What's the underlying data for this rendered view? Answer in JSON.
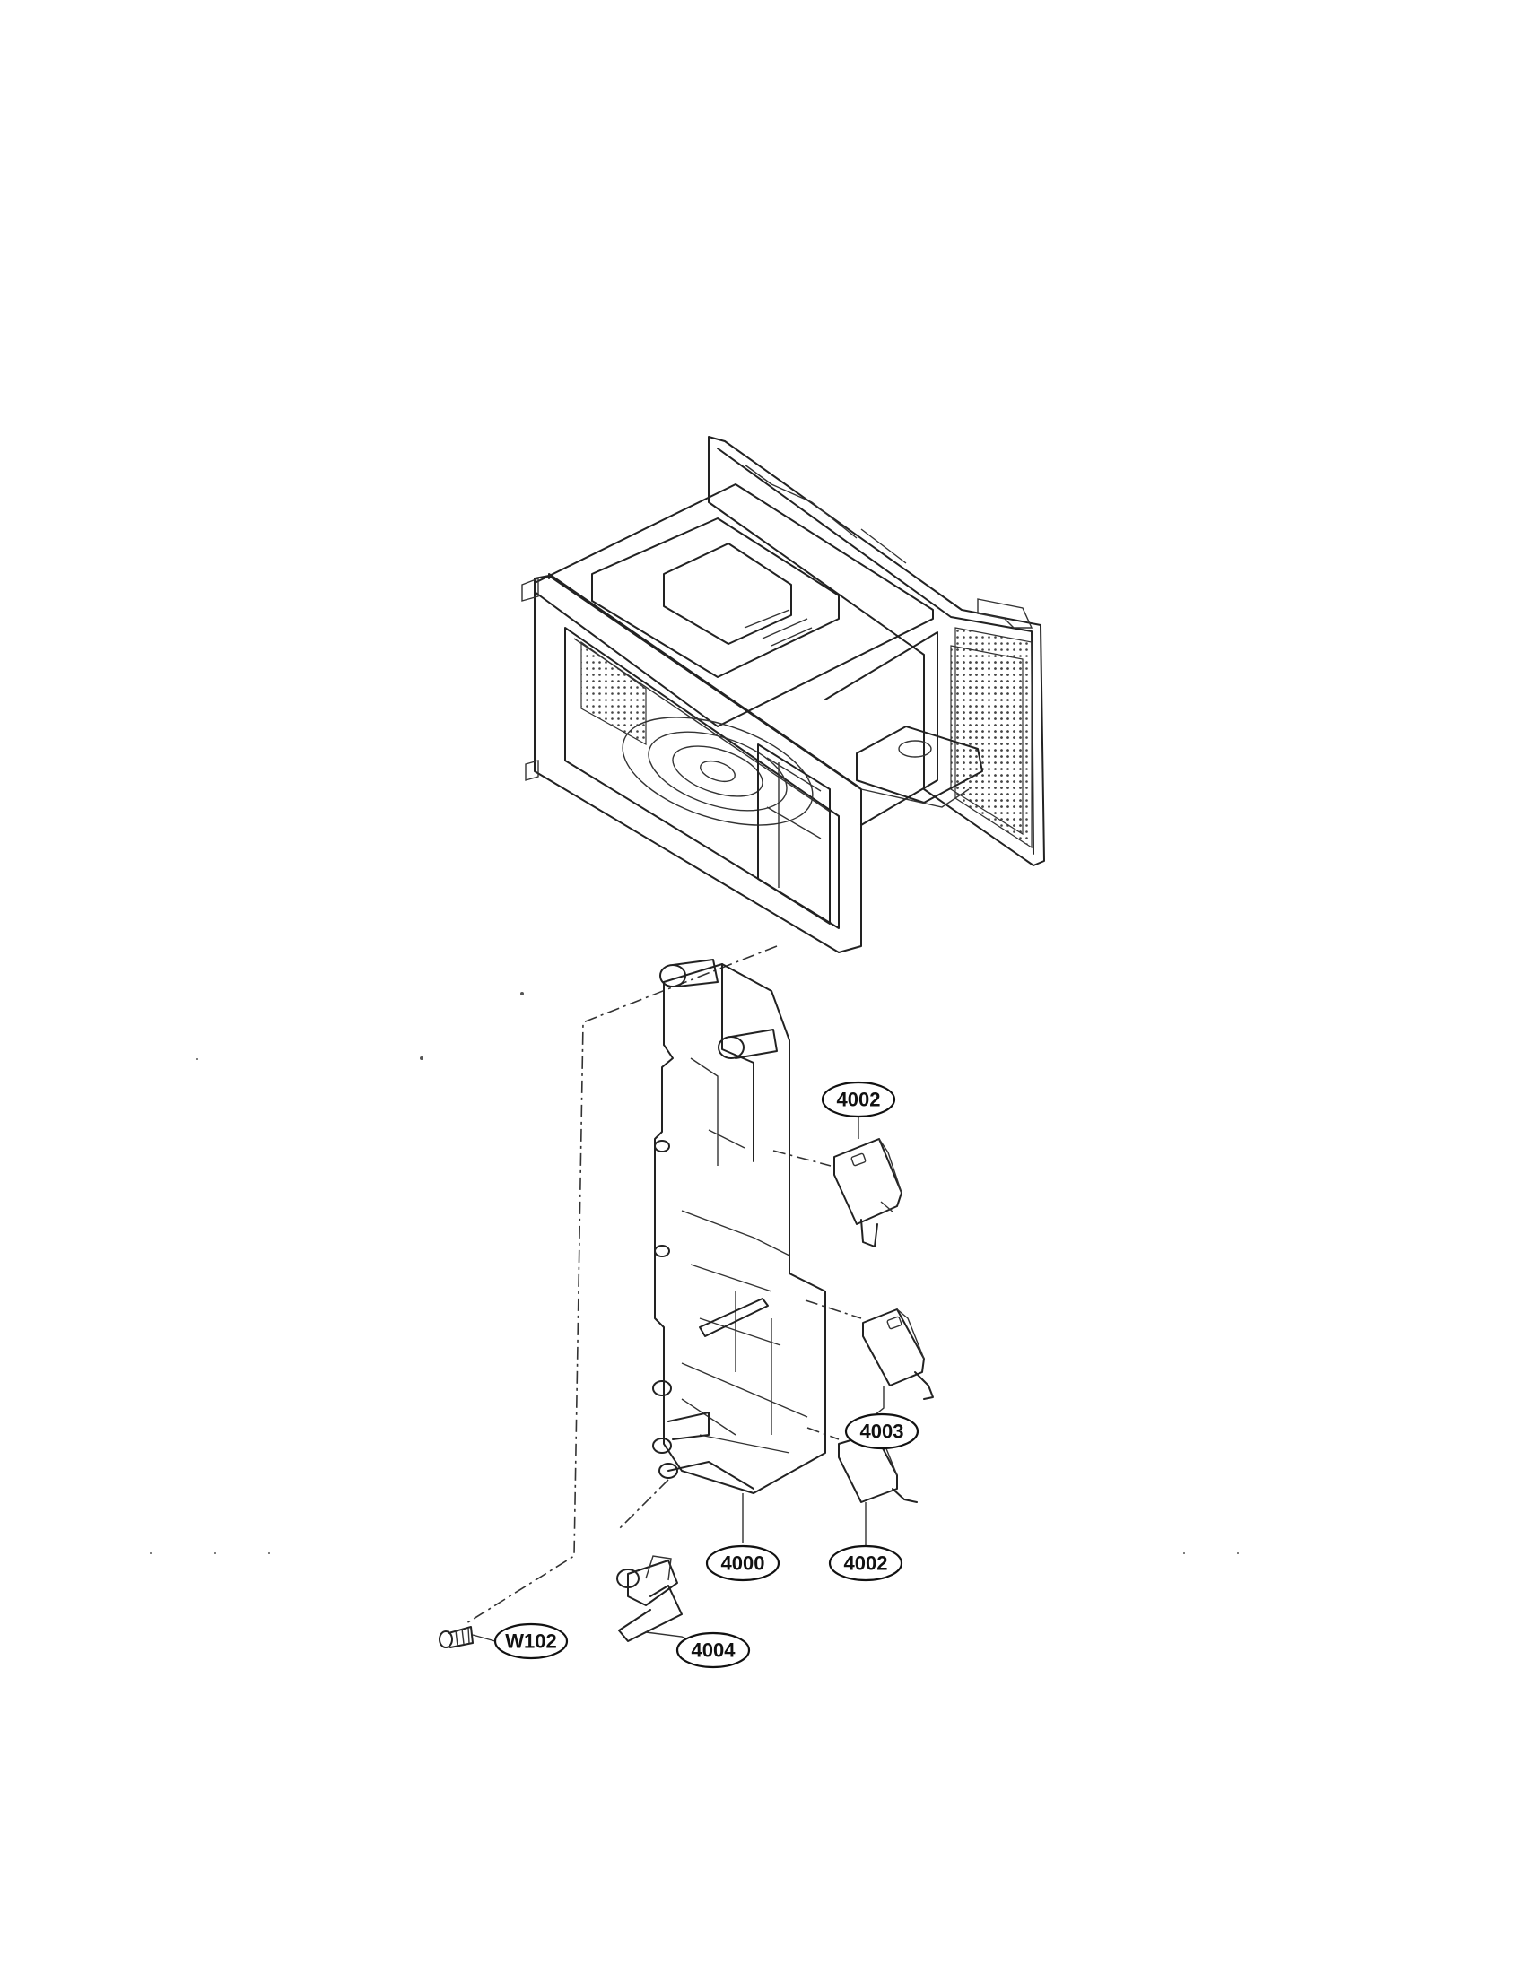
{
  "callouts": {
    "switch_upper": "4002",
    "switch_middle": "4003",
    "latch_board": "4000",
    "switch_lower": "4002",
    "lever": "4004",
    "screw": "W102"
  }
}
